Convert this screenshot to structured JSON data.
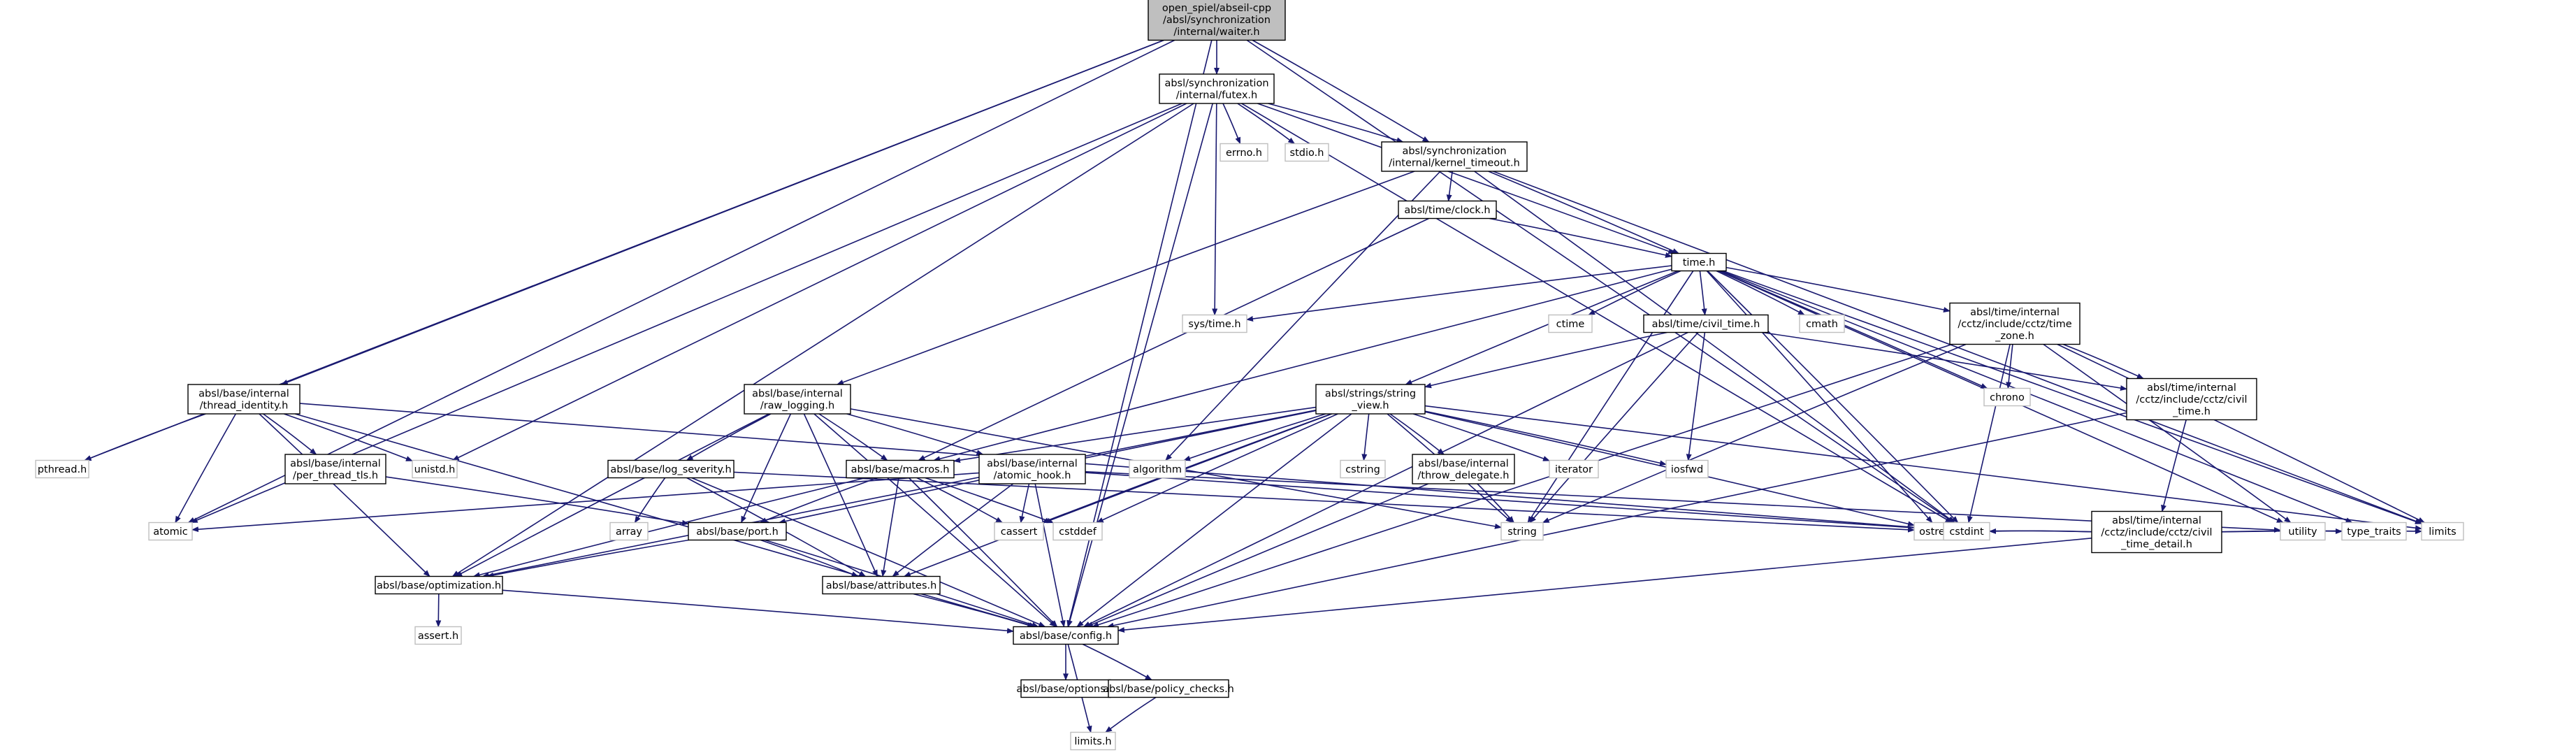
{
  "diagram": {
    "type": "include-dependency-graph",
    "colors": {
      "root_fill": "#bfbfbf",
      "node_fill": "#ffffff",
      "node_border": "#000000",
      "external_border": "#bfbfbf",
      "edge": "#191970"
    },
    "nodes": [
      {
        "id": "root",
        "kind": "root",
        "lines": [
          "open_spiel/abseil-cpp",
          "/absl/synchronization",
          "/internal/waiter.h"
        ]
      },
      {
        "id": "futex",
        "kind": "file",
        "lines": [
          "absl/synchronization",
          "/internal/futex.h"
        ]
      },
      {
        "id": "kernel_timeout",
        "kind": "file",
        "lines": [
          "absl/synchronization",
          "/internal/kernel_timeout.h"
        ]
      },
      {
        "id": "errno",
        "kind": "external",
        "lines": [
          "errno.h"
        ]
      },
      {
        "id": "stdio",
        "kind": "external",
        "lines": [
          "stdio.h"
        ]
      },
      {
        "id": "clock",
        "kind": "file",
        "lines": [
          "absl/time/clock.h"
        ]
      },
      {
        "id": "time",
        "kind": "file",
        "lines": [
          "time.h"
        ]
      },
      {
        "id": "systime",
        "kind": "external",
        "lines": [
          "sys/time.h"
        ]
      },
      {
        "id": "ctime",
        "kind": "external",
        "lines": [
          "ctime"
        ]
      },
      {
        "id": "cmath",
        "kind": "external",
        "lines": [
          "cmath"
        ]
      },
      {
        "id": "civil_time",
        "kind": "file",
        "lines": [
          "absl/time/civil_time.h"
        ]
      },
      {
        "id": "time_zone",
        "kind": "file",
        "lines": [
          "absl/time/internal",
          "/cctz/include/cctz/time",
          "_zone.h"
        ]
      },
      {
        "id": "chrono",
        "kind": "external",
        "lines": [
          "chrono"
        ]
      },
      {
        "id": "thread_identity",
        "kind": "file",
        "lines": [
          "absl/base/internal",
          "/thread_identity.h"
        ]
      },
      {
        "id": "raw_logging",
        "kind": "file",
        "lines": [
          "absl/base/internal",
          "/raw_logging.h"
        ]
      },
      {
        "id": "string_view",
        "kind": "file",
        "lines": [
          "absl/strings/string",
          "_view.h"
        ]
      },
      {
        "id": "cctz_civil_time",
        "kind": "file",
        "lines": [
          "absl/time/internal",
          "/cctz/include/cctz/civil",
          "_time.h"
        ]
      },
      {
        "id": "pthread",
        "kind": "external",
        "lines": [
          "pthread.h"
        ]
      },
      {
        "id": "per_thread_tls",
        "kind": "file",
        "lines": [
          "absl/base/internal",
          "/per_thread_tls.h"
        ]
      },
      {
        "id": "unistd",
        "kind": "external",
        "lines": [
          "unistd.h"
        ]
      },
      {
        "id": "log_severity",
        "kind": "file",
        "lines": [
          "absl/base/log_severity.h"
        ]
      },
      {
        "id": "macros",
        "kind": "file",
        "lines": [
          "absl/base/macros.h"
        ]
      },
      {
        "id": "atomic_hook",
        "kind": "file",
        "lines": [
          "absl/base/internal",
          "/atomic_hook.h"
        ]
      },
      {
        "id": "algorithm",
        "kind": "external",
        "lines": [
          "algorithm"
        ]
      },
      {
        "id": "cstring",
        "kind": "external",
        "lines": [
          "cstring"
        ]
      },
      {
        "id": "throw_delegate",
        "kind": "file",
        "lines": [
          "absl/base/internal",
          "/throw_delegate.h"
        ]
      },
      {
        "id": "iterator",
        "kind": "external",
        "lines": [
          "iterator"
        ]
      },
      {
        "id": "iosfwd",
        "kind": "external",
        "lines": [
          "iosfwd"
        ]
      },
      {
        "id": "civil_time_detail",
        "kind": "file",
        "lines": [
          "absl/time/internal",
          "/cctz/include/cctz/civil",
          "_time_detail.h"
        ]
      },
      {
        "id": "atomic",
        "kind": "external",
        "lines": [
          "atomic"
        ]
      },
      {
        "id": "array",
        "kind": "external",
        "lines": [
          "array"
        ]
      },
      {
        "id": "port",
        "kind": "file",
        "lines": [
          "absl/base/port.h"
        ]
      },
      {
        "id": "cassert",
        "kind": "external",
        "lines": [
          "cassert"
        ]
      },
      {
        "id": "cstddef",
        "kind": "external",
        "lines": [
          "cstddef"
        ]
      },
      {
        "id": "string",
        "kind": "external",
        "lines": [
          "string"
        ]
      },
      {
        "id": "ostream",
        "kind": "external",
        "lines": [
          "ostream"
        ]
      },
      {
        "id": "cstdint",
        "kind": "external",
        "lines": [
          "cstdint"
        ]
      },
      {
        "id": "utility",
        "kind": "external",
        "lines": [
          "utility"
        ]
      },
      {
        "id": "type_traits",
        "kind": "external",
        "lines": [
          "type_traits"
        ]
      },
      {
        "id": "limits",
        "kind": "external",
        "lines": [
          "limits"
        ]
      },
      {
        "id": "optimization",
        "kind": "file",
        "lines": [
          "absl/base/optimization.h"
        ]
      },
      {
        "id": "attributes",
        "kind": "file",
        "lines": [
          "absl/base/attributes.h"
        ]
      },
      {
        "id": "asserth",
        "kind": "external",
        "lines": [
          "assert.h"
        ]
      },
      {
        "id": "config",
        "kind": "file",
        "lines": [
          "absl/base/config.h"
        ]
      },
      {
        "id": "options",
        "kind": "file",
        "lines": [
          "absl/base/options.h"
        ]
      },
      {
        "id": "policy_checks",
        "kind": "file",
        "lines": [
          "absl/base/policy_checks.h"
        ]
      },
      {
        "id": "limitsh",
        "kind": "external",
        "lines": [
          "limits.h"
        ]
      }
    ],
    "edges": [
      [
        "root",
        "futex"
      ],
      [
        "root",
        "kernel_timeout"
      ],
      [
        "root",
        "thread_identity"
      ],
      [
        "root",
        "pthread"
      ],
      [
        "root",
        "atomic"
      ],
      [
        "root",
        "cstdint"
      ],
      [
        "root",
        "config"
      ],
      [
        "futex",
        "kernel_timeout"
      ],
      [
        "futex",
        "errno"
      ],
      [
        "futex",
        "stdio"
      ],
      [
        "futex",
        "time"
      ],
      [
        "futex",
        "systime"
      ],
      [
        "futex",
        "unistd"
      ],
      [
        "futex",
        "atomic"
      ],
      [
        "futex",
        "cstdint"
      ],
      [
        "futex",
        "optimization"
      ],
      [
        "futex",
        "config"
      ],
      [
        "kernel_timeout",
        "clock"
      ],
      [
        "kernel_timeout",
        "time"
      ],
      [
        "kernel_timeout",
        "raw_logging"
      ],
      [
        "kernel_timeout",
        "algorithm"
      ],
      [
        "kernel_timeout",
        "cstdint"
      ],
      [
        "kernel_timeout",
        "limits"
      ],
      [
        "clock",
        "time"
      ],
      [
        "clock",
        "macros"
      ],
      [
        "time",
        "systime"
      ],
      [
        "time",
        "ctime"
      ],
      [
        "time",
        "cmath"
      ],
      [
        "time",
        "civil_time"
      ],
      [
        "time",
        "time_zone"
      ],
      [
        "time",
        "chrono"
      ],
      [
        "time",
        "string_view"
      ],
      [
        "time",
        "macros"
      ],
      [
        "time",
        "string"
      ],
      [
        "time",
        "ostream"
      ],
      [
        "time",
        "cstdint"
      ],
      [
        "time",
        "utility"
      ],
      [
        "time",
        "type_traits"
      ],
      [
        "time",
        "limits"
      ],
      [
        "civil_time",
        "string_view"
      ],
      [
        "civil_time",
        "cctz_civil_time"
      ],
      [
        "civil_time",
        "iosfwd"
      ],
      [
        "civil_time",
        "string"
      ],
      [
        "civil_time",
        "config"
      ],
      [
        "time_zone",
        "chrono"
      ],
      [
        "time_zone",
        "cctz_civil_time"
      ],
      [
        "time_zone",
        "string"
      ],
      [
        "time_zone",
        "cstdint"
      ],
      [
        "time_zone",
        "utility"
      ],
      [
        "time_zone",
        "limits"
      ],
      [
        "time_zone",
        "config"
      ],
      [
        "cctz_civil_time",
        "civil_time_detail"
      ],
      [
        "cctz_civil_time",
        "config"
      ],
      [
        "civil_time_detail",
        "cstdint"
      ],
      [
        "civil_time_detail",
        "ostream"
      ],
      [
        "civil_time_detail",
        "type_traits"
      ],
      [
        "civil_time_detail",
        "limits"
      ],
      [
        "civil_time_detail",
        "config"
      ],
      [
        "thread_identity",
        "pthread"
      ],
      [
        "thread_identity",
        "per_thread_tls"
      ],
      [
        "thread_identity",
        "unistd"
      ],
      [
        "thread_identity",
        "atomic"
      ],
      [
        "thread_identity",
        "cstdint"
      ],
      [
        "thread_identity",
        "optimization"
      ],
      [
        "thread_identity",
        "config"
      ],
      [
        "per_thread_tls",
        "port"
      ],
      [
        "raw_logging",
        "log_severity"
      ],
      [
        "raw_logging",
        "macros"
      ],
      [
        "raw_logging",
        "atomic_hook"
      ],
      [
        "raw_logging",
        "port"
      ],
      [
        "raw_logging",
        "attributes"
      ],
      [
        "raw_logging",
        "optimization"
      ],
      [
        "raw_logging",
        "string"
      ],
      [
        "raw_logging",
        "config"
      ],
      [
        "string_view",
        "algorithm"
      ],
      [
        "string_view",
        "cstring"
      ],
      [
        "string_view",
        "throw_delegate"
      ],
      [
        "string_view",
        "iterator"
      ],
      [
        "string_view",
        "iosfwd"
      ],
      [
        "string_view",
        "macros"
      ],
      [
        "string_view",
        "port"
      ],
      [
        "string_view",
        "cassert"
      ],
      [
        "string_view",
        "cstddef"
      ],
      [
        "string_view",
        "string"
      ],
      [
        "string_view",
        "ostream"
      ],
      [
        "string_view",
        "limits"
      ],
      [
        "string_view",
        "attributes"
      ],
      [
        "string_view",
        "optimization"
      ],
      [
        "string_view",
        "config"
      ],
      [
        "throw_delegate",
        "string"
      ],
      [
        "throw_delegate",
        "config"
      ],
      [
        "log_severity",
        "array"
      ],
      [
        "log_severity",
        "ostream"
      ],
      [
        "log_severity",
        "attributes"
      ],
      [
        "log_severity",
        "config"
      ],
      [
        "macros",
        "port"
      ],
      [
        "macros",
        "cassert"
      ],
      [
        "macros",
        "cstddef"
      ],
      [
        "macros",
        "attributes"
      ],
      [
        "macros",
        "optimization"
      ],
      [
        "macros",
        "config"
      ],
      [
        "atomic_hook",
        "atomic"
      ],
      [
        "atomic_hook",
        "cassert"
      ],
      [
        "atomic_hook",
        "cstdint"
      ],
      [
        "atomic_hook",
        "utility"
      ],
      [
        "atomic_hook",
        "attributes"
      ],
      [
        "atomic_hook",
        "config"
      ],
      [
        "port",
        "attributes"
      ],
      [
        "port",
        "optimization"
      ],
      [
        "port",
        "config"
      ],
      [
        "optimization",
        "asserth"
      ],
      [
        "optimization",
        "config"
      ],
      [
        "attributes",
        "config"
      ],
      [
        "config",
        "options"
      ],
      [
        "config",
        "policy_checks"
      ],
      [
        "config",
        "limitsh"
      ],
      [
        "policy_checks",
        "limitsh"
      ]
    ]
  }
}
